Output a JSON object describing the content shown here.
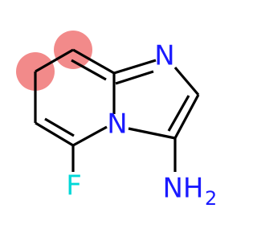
{
  "molecule": {
    "atoms": {
      "n_ring": "N",
      "n_bridge": "N",
      "fluorine": "F",
      "amine_main": "NH",
      "amine_sub": "2"
    },
    "colors": {
      "nitrogen": "#1a1aff",
      "fluorine": "#00d8d8",
      "highlight": "#f28a8a",
      "bond": "#000000"
    }
  }
}
